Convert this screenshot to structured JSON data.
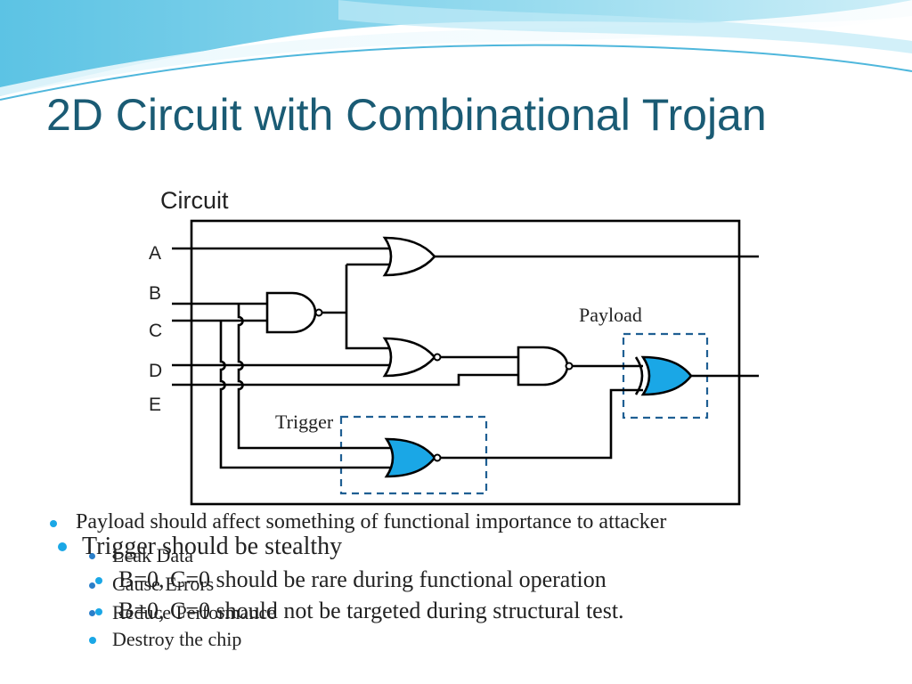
{
  "slide": {
    "title": "2D Circuit with Combinational Trojan"
  },
  "diagram": {
    "heading": "Circuit",
    "inputs": [
      "A",
      "B",
      "C",
      "D",
      "E"
    ],
    "payload_label": "Payload",
    "trigger_label": "Trigger"
  },
  "bullets": {
    "b1": "Payload should affect something of functional importance to attacker",
    "b2": "Trigger should be stealthy",
    "b3": "B=0, C=0 should be rare during functional operation",
    "b4": "B=0, C=0 should not be targeted during structural test.",
    "s1": "Leak Data",
    "s2": "Cause Errors",
    "s3": "Reduce Performance",
    "s4": "Destroy the chip"
  },
  "colors": {
    "title": "#1a5b74",
    "accent": "#1aa7e6",
    "dashed_box": "#1f5f93"
  }
}
